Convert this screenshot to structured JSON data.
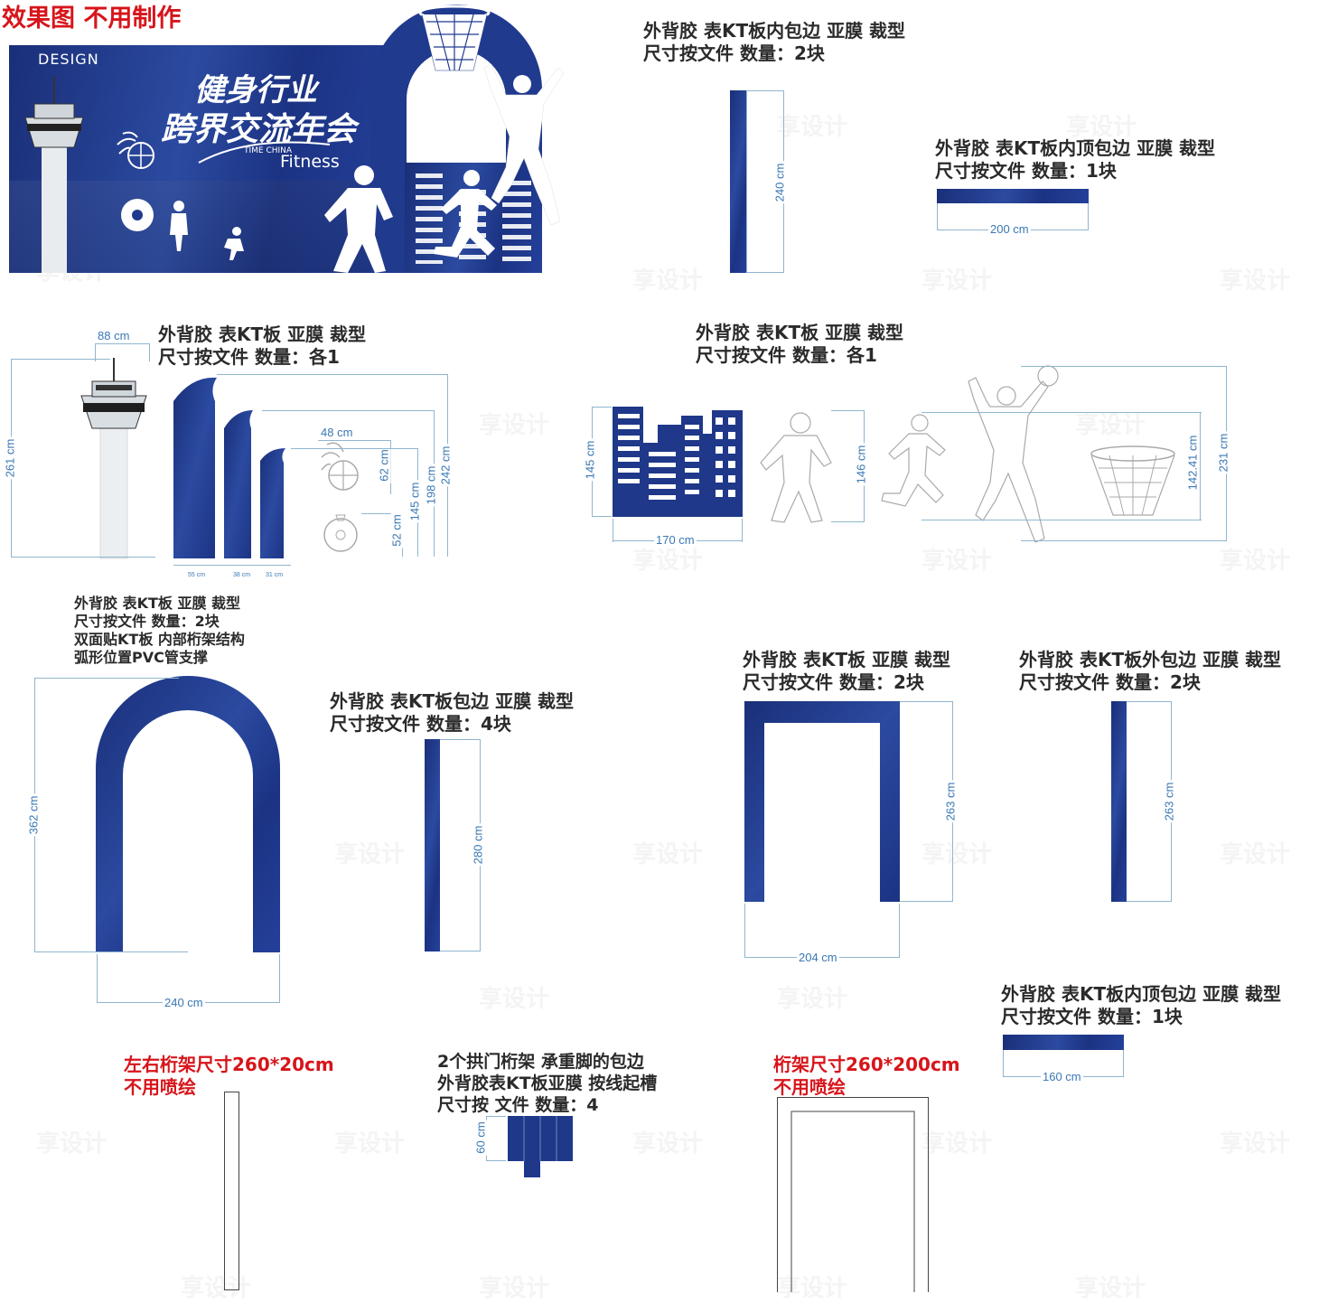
{
  "header": {
    "title": "效果图 不用制作"
  },
  "render": {
    "logo_text": "DESIGN",
    "main_title_line1": "健身行业",
    "main_title_line2": "跨界交流年会",
    "sub_small": "TIME CHINA",
    "sub_large": "Fitness"
  },
  "watermark": "享设计",
  "notes": {
    "pillar_top": [
      "外背胶 表KT板内包边 亚膜 裁型",
      "尺寸按文件 数量：2块"
    ],
    "beam_top": [
      "外背胶 表KT板内顶包边 亚膜 裁型",
      "尺寸按文件 数量：1块"
    ],
    "tower_group": [
      "外背胶 表KT板 亚膜 裁型",
      "尺寸按文件 数量：各1"
    ],
    "city_group": [
      "外背胶 表KT板 亚膜 裁型",
      "尺寸按文件 数量：各1"
    ],
    "arch": [
      "外背胶 表KT板 亚膜 裁型",
      "尺寸按文件 数量：2块",
      "双面贴KT板 内部桁架结构",
      "弧形位置PVC管支撑"
    ],
    "arch_strip": [
      "外背胶 表KT板包边 亚膜 裁型",
      "尺寸按文件 数量：4块"
    ],
    "frame": [
      "外背胶 表KT板 亚膜 裁型",
      "尺寸按文件 数量：2块"
    ],
    "frame_strip": [
      "外背胶 表KT板外包边 亚膜 裁型",
      "尺寸按文件 数量：2块"
    ],
    "beam_bottom": [
      "外背胶 表KT板内顶包边 亚膜 裁型",
      "尺寸按文件 数量：1块"
    ],
    "truss_side": [
      "左右桁架尺寸260*20cm",
      "不用喷绘"
    ],
    "feet": [
      "2个拱门桁架 承重脚的包边",
      "外背胶表KT板亚膜 按线起槽",
      "尺寸按 文件 数量：4"
    ],
    "truss_frame": [
      "桁架尺寸260*200cm",
      "不用喷绘"
    ]
  },
  "dims": {
    "pillar_h": "240 cm",
    "beam_w": "200 cm",
    "tower_w": "88 cm",
    "tower_h": "261 cm",
    "ball_w": "48 cm",
    "ball_h": "62 cm",
    "paddle_h": "52 cm",
    "h145": "145 cm",
    "h198": "198 cm",
    "h242": "242 cm",
    "p55": "55 cm",
    "p38": "38 cm",
    "p31": "31 cm",
    "city_h": "145 cm",
    "city_w": "170 cm",
    "player_h": "146 cm",
    "hoop_h": "142.41 cm",
    "group_h": "231 cm",
    "arch_h": "362 cm",
    "arch_w": "240 cm",
    "arch_strip_h": "280 cm",
    "frame_h": "263 cm",
    "frame_w": "204 cm",
    "frame_strip_h": "263 cm",
    "beam2_w": "160 cm",
    "feet_h": "60 cm"
  },
  "colors": {
    "navy": "#1f3889",
    "red": "#d7151b",
    "dim": "#3a78b4"
  }
}
